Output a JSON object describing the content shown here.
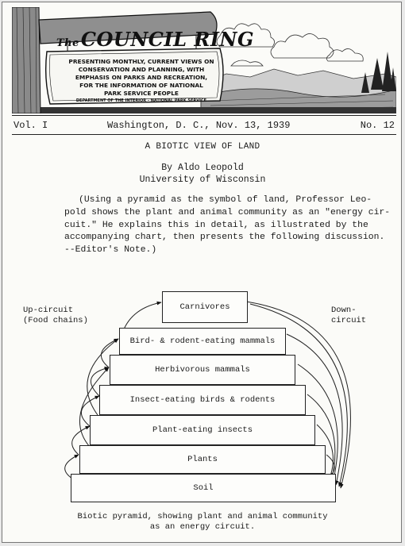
{
  "masthead": {
    "title_prefix": "The",
    "title_main": "COUNCIL RING",
    "sign_lines": [
      "PRESENTING MONTHLY, CURRENT VIEWS ON",
      "CONSERVATION AND PLANNING, WITH",
      "EMPHASIS ON PARKS AND RECREATION,",
      "FOR THE INFORMATION OF NATIONAL",
      "PARK SERVICE PEOPLE"
    ],
    "sign_footer": "DEPARTMENT OF THE INTERIOR - NATIONAL PARK SERVICE"
  },
  "issue": {
    "volume": "Vol. I",
    "place_date": "Washington, D. C., Nov. 13, 1939",
    "number": "No. 12"
  },
  "article": {
    "title": "A BIOTIC VIEW OF LAND",
    "author": "By Aldo Leopold",
    "affiliation": "University of Wisconsin",
    "intro_lines": [
      "(Using a pyramid as the symbol of land, Professor Leo-",
      "pold shows the plant and animal community as an \"energy cir-",
      "cuit.\" He explains this in detail, as illustrated by the",
      "accompanying chart, then presents the following discussion.",
      "--Editor's Note.)"
    ]
  },
  "pyramid": {
    "left_label": [
      "Up-circuit",
      "(Food chains)"
    ],
    "right_label": [
      "Down-",
      "circuit"
    ],
    "layers": [
      "Carnivores",
      "Bird- & rodent-eating mammals",
      "Herbivorous mammals",
      "Insect-eating birds & rodents",
      "Plant-eating insects",
      "Plants",
      "Soil"
    ],
    "caption": [
      "Biotic pyramid, showing plant and animal community",
      "as an energy circuit."
    ]
  }
}
